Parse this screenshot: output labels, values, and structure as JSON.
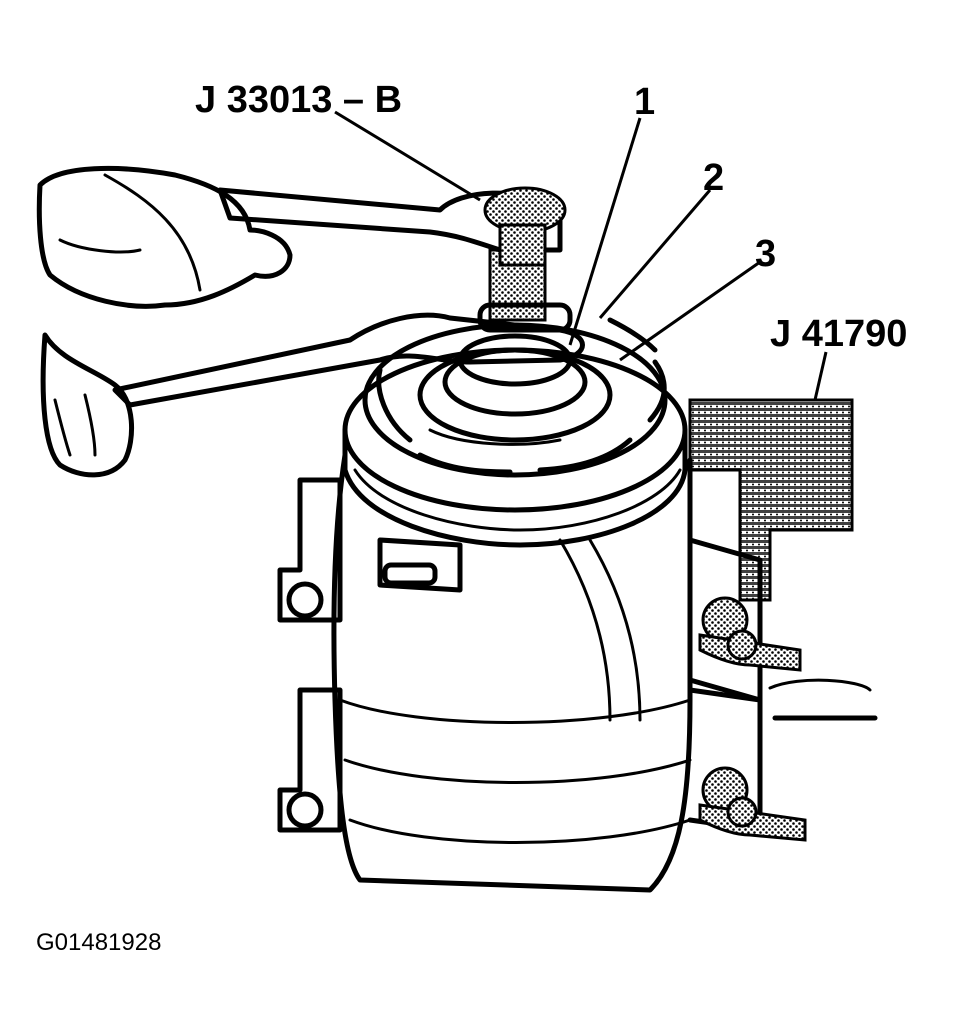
{
  "labels": {
    "tool_wrench": "J 33013 – B",
    "tool_holder": "J 41790",
    "callout_1": "1",
    "callout_2": "2",
    "callout_3": "3",
    "figure_id": "G01481928"
  },
  "colors": {
    "ink": "#000000",
    "paper": "#ffffff",
    "screen_tone": "#8a8a8a"
  }
}
